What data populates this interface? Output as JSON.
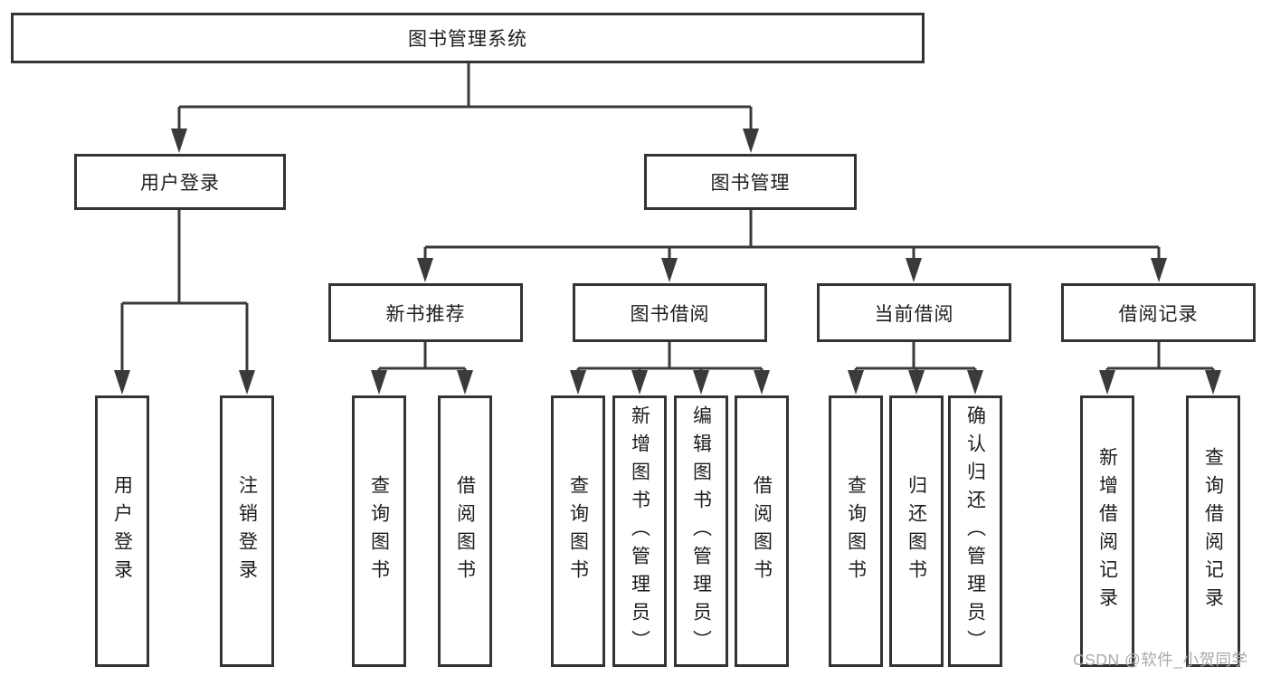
{
  "colors": {
    "background": "#ffffff",
    "line": "#3a3a3a",
    "box_border": "#333333",
    "text": "#1d1d1d",
    "watermark": "#a9a9a9"
  },
  "watermark": {
    "text": "CSDN @软件_小贺同学"
  },
  "diagram": {
    "root": {
      "label": "图书管理系统"
    },
    "branches": [
      {
        "label": "用户登录",
        "leaves": [
          {
            "label": "用户登录"
          },
          {
            "label": "注销登录"
          }
        ]
      },
      {
        "label": "图书管理",
        "sections": [
          {
            "label": "新书推荐",
            "leaves": [
              {
                "label": "查询图书"
              },
              {
                "label": "借阅图书"
              }
            ]
          },
          {
            "label": "图书借阅",
            "leaves": [
              {
                "label": "查询图书"
              },
              {
                "label": "新增图书（管理员）"
              },
              {
                "label": "编辑图书（管理员）"
              },
              {
                "label": "借阅图书"
              }
            ]
          },
          {
            "label": "当前借阅",
            "leaves": [
              {
                "label": "查询图书"
              },
              {
                "label": "归还图书"
              },
              {
                "label": "确认归还（管理员）"
              }
            ]
          },
          {
            "label": "借阅记录",
            "leaves": [
              {
                "label": "新增借阅记录"
              },
              {
                "label": "查询借阅记录"
              }
            ]
          }
        ]
      }
    ]
  }
}
